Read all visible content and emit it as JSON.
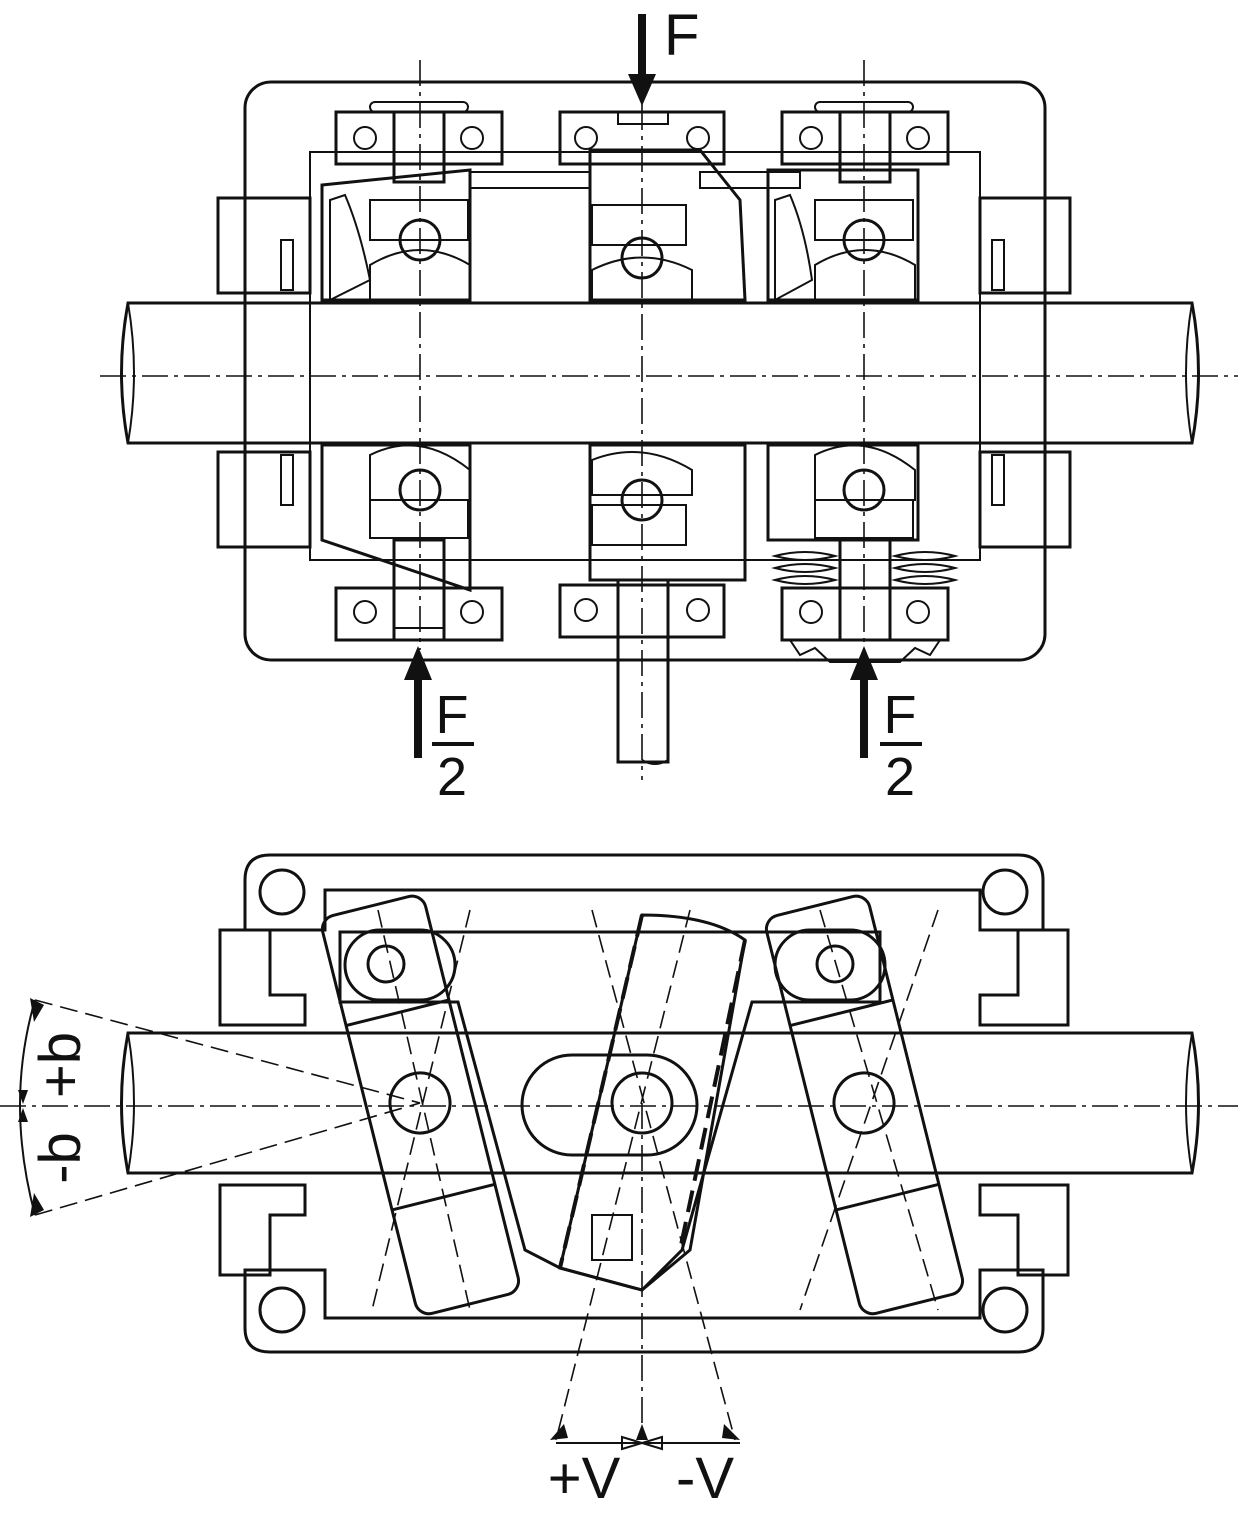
{
  "colors": {
    "housing": "#e3e3e3",
    "part": "#b3b3b3",
    "part_light": "#cfcfcf",
    "shaft": "#e8e8e8",
    "line": "#111111"
  },
  "top_view": {
    "force_top": "F",
    "force_left": {
      "num": "F",
      "den": "2"
    },
    "force_right": {
      "num": "F",
      "den": "2"
    }
  },
  "bottom_view": {
    "angle_pos": "+b",
    "angle_neg": "-b",
    "offset_pos": "+V",
    "offset_neg": "-V"
  }
}
